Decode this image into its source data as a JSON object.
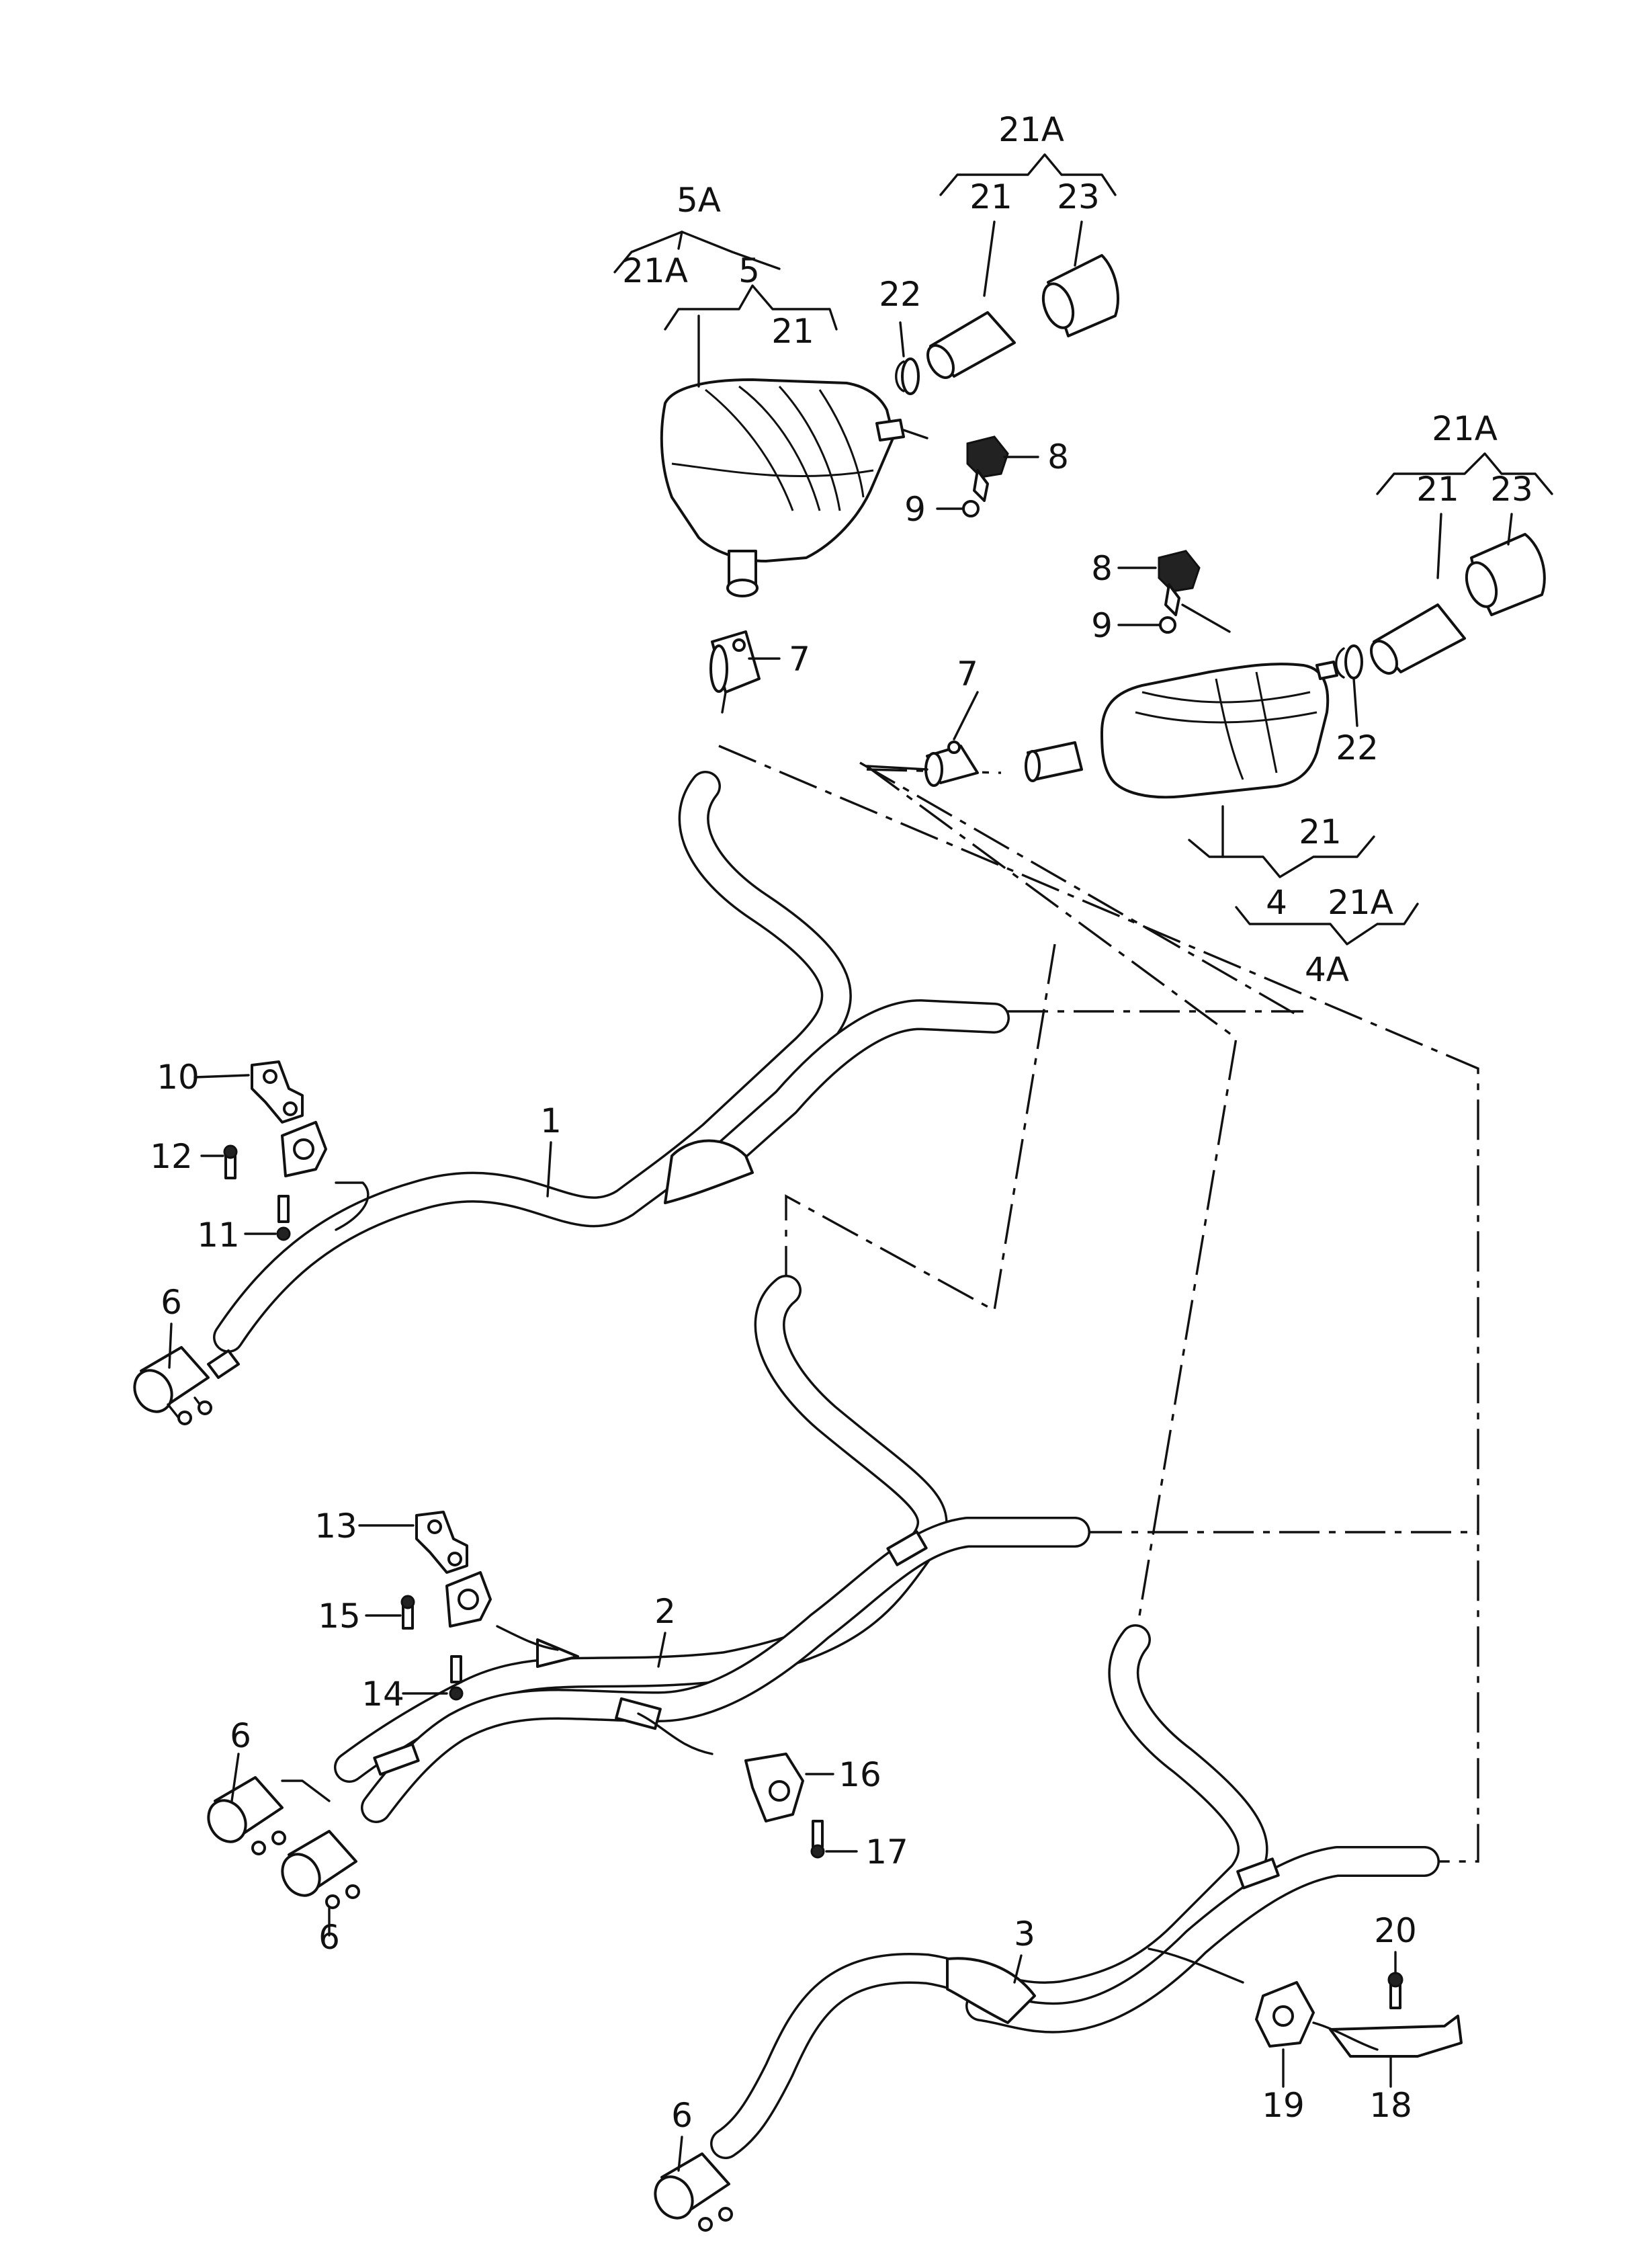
{
  "labels": {
    "l1": "1",
    "l2": "2",
    "l3": "3",
    "l4": "4",
    "l4A": "4A",
    "l5": "5",
    "l5A": "5A",
    "l6a": "6",
    "l6b": "6",
    "l6c": "6",
    "l6d": "6",
    "l7a": "7",
    "l7b": "7",
    "l8a": "8",
    "l8b": "8",
    "l9a": "9",
    "l9b": "9",
    "l10": "10",
    "l11": "11",
    "l12": "12",
    "l13": "13",
    "l14": "14",
    "l15": "15",
    "l16": "16",
    "l17": "17",
    "l18": "18",
    "l19": "19",
    "l20": "20",
    "l21_top": "21",
    "l21_5a": "21",
    "l21_right": "21",
    "l21_4": "21",
    "l21A_top": "21A",
    "l21A_5a": "21A",
    "l21A_right": "21A",
    "l21A_4a": "21A",
    "l22a": "22",
    "l22b": "22",
    "l23a": "23",
    "l23b": "23"
  },
  "icons": {
    "muffler": "rear-silencer-icon",
    "tailpipe": "tailpipe-icon",
    "clamp": "clamp-icon",
    "hanger": "rubber-hanger-icon",
    "bracket": "bracket-icon",
    "bolt": "bolt-icon",
    "nut": "nut-icon"
  }
}
